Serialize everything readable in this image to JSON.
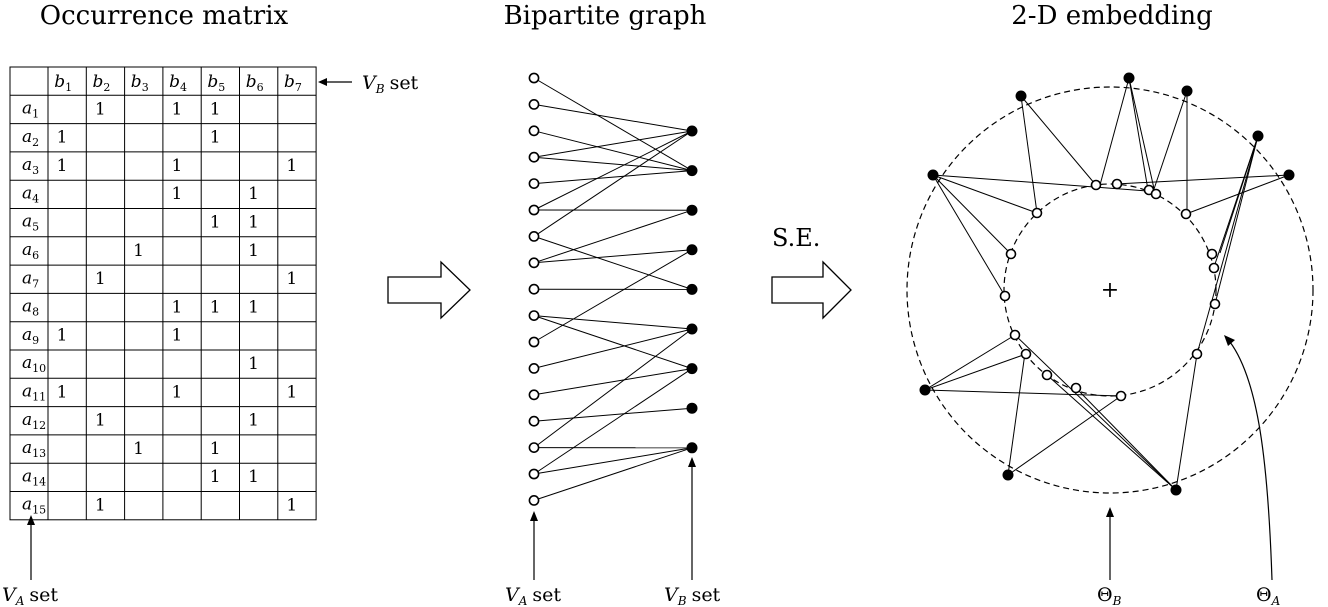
{
  "titles": {
    "matrix": "Occurrence matrix",
    "graph": "Bipartite graph",
    "embedding": "2-D embedding"
  },
  "transform_label": "S.E.",
  "set_labels": {
    "va_symbol": "V",
    "va_sub": "A",
    "vb_symbol": "V",
    "vb_sub": "B",
    "set_word": "set",
    "theta_symbol": "Θ",
    "theta_b_sub": "B",
    "theta_a_sub": "A"
  },
  "center_marker": "+",
  "matrix": {
    "col_prefix": "b",
    "row_prefix": "a",
    "col_indices": [
      "1",
      "2",
      "3",
      "4",
      "5",
      "6",
      "7"
    ],
    "row_indices": [
      "1",
      "2",
      "3",
      "4",
      "5",
      "6",
      "7",
      "8",
      "9",
      "10",
      "11",
      "12",
      "13",
      "14",
      "15"
    ],
    "cell_mark": "1",
    "occurrences": [
      [
        2,
        4,
        5
      ],
      [
        1,
        5
      ],
      [
        1,
        4,
        7
      ],
      [
        4,
        6
      ],
      [
        5,
        6
      ],
      [
        3,
        6
      ],
      [
        2,
        7
      ],
      [
        4,
        5,
        6
      ],
      [
        1,
        4
      ],
      [
        6
      ],
      [
        1,
        4,
        7
      ],
      [
        2,
        6
      ],
      [
        3,
        5
      ],
      [
        5,
        6
      ],
      [
        2,
        7
      ]
    ]
  },
  "graph": {
    "va_count": 17,
    "vb_count": 9,
    "edges": [
      [
        0,
        1
      ],
      [
        1,
        0
      ],
      [
        2,
        1
      ],
      [
        3,
        0
      ],
      [
        3,
        1
      ],
      [
        4,
        1
      ],
      [
        5,
        2
      ],
      [
        5,
        0
      ],
      [
        6,
        4
      ],
      [
        6,
        0
      ],
      [
        7,
        3
      ],
      [
        7,
        2
      ],
      [
        8,
        4
      ],
      [
        9,
        6
      ],
      [
        9,
        5
      ],
      [
        10,
        3
      ],
      [
        11,
        5
      ],
      [
        12,
        6
      ],
      [
        13,
        7
      ],
      [
        14,
        8
      ],
      [
        14,
        5
      ],
      [
        15,
        8
      ],
      [
        15,
        6
      ],
      [
        16,
        8
      ]
    ]
  }
}
